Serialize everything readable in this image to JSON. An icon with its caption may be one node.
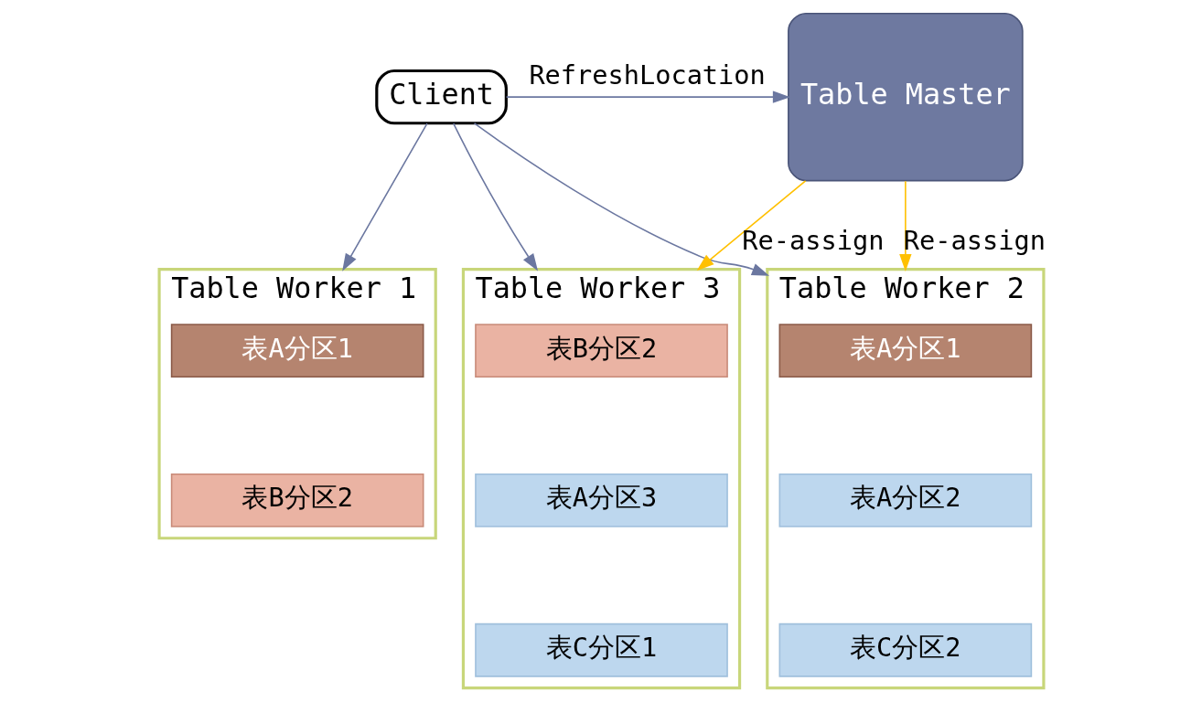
{
  "diagram": {
    "nodes": [
      {
        "text": [
          "Client"
        ]
      },
      {
        "text": [
          "Table Master"
        ]
      },
      {
        "text": [
          "Table Worker 1"
        ]
      },
      {
        "text": [
          "表A分区1"
        ],
        "in": 2
      },
      {
        "text": [
          "表B分区2"
        ],
        "in": 2
      },
      {
        "text": [
          "Table Worker 2"
        ]
      },
      {
        "text": [
          "表A分区1"
        ],
        "in": 5
      },
      {
        "text": [
          "表A分区2"
        ],
        "in": 5
      },
      {
        "text": [
          "表C分区2"
        ],
        "in": 5
      },
      {
        "text": [
          "Table Worker 3"
        ]
      },
      {
        "text": [
          "表B分区2"
        ],
        "in": 9
      },
      {
        "text": [
          "表A分区3"
        ],
        "in": 9
      },
      {
        "text": [
          "表C分区1"
        ],
        "in": 9
      }
    ],
    "edges": [
      {
        "from": 0,
        "to": 1,
        "arrow": "to",
        "label": "RefreshLocation"
      },
      {
        "from": 0,
        "to": 2,
        "arrow": "to"
      },
      {
        "from": 0,
        "to": 5,
        "arrow": "to"
      },
      {
        "from": 0,
        "to": 9,
        "arrow": "to"
      },
      {
        "from": 1,
        "to": 5,
        "arrow": "to",
        "label": "Re-assign",
        "color": "#ffc000"
      },
      {
        "from": 1,
        "to": 9,
        "arrow": "to",
        "label": "Re-assign",
        "color": "#ffc000"
      }
    ]
  }
}
